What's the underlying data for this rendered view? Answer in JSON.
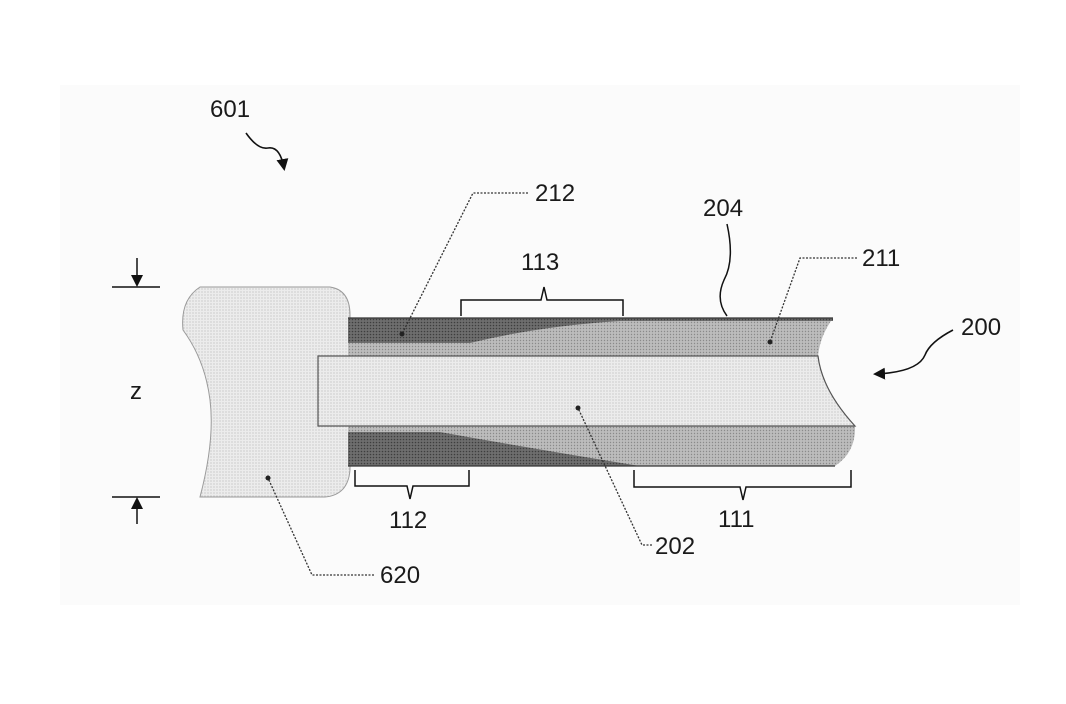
{
  "labels": {
    "assembly": "601",
    "fiber": "200",
    "core": "202",
    "outer_surface": "204",
    "layer_211": "211",
    "layer_212": "212",
    "region_111": "111",
    "region_112": "112",
    "region_113": "113",
    "block": "620",
    "dimension": "z"
  }
}
